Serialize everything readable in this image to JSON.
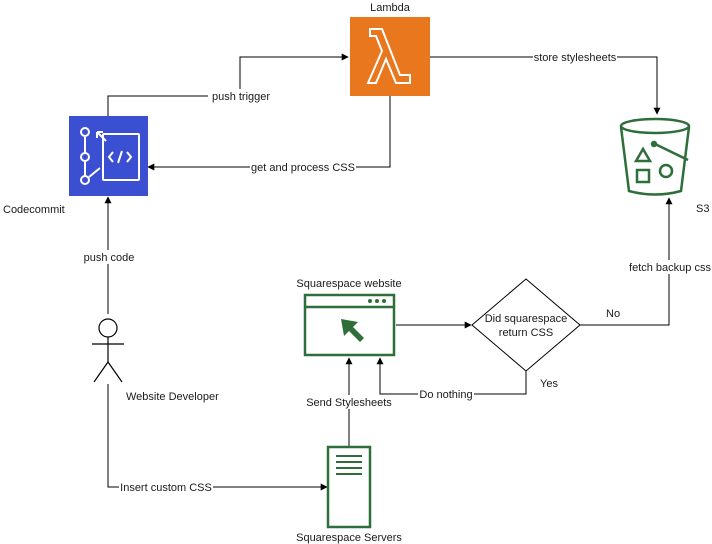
{
  "nodes": {
    "lambda": {
      "label": "Lambda",
      "color": "#e8771e",
      "icon": "lambda-icon"
    },
    "codecommit": {
      "label": "Codecommit",
      "color": "#3b4fd3",
      "icon": "codecommit-icon"
    },
    "s3": {
      "label": "S3",
      "color": "#2d6e3a",
      "icon": "s3-bucket-icon"
    },
    "developer": {
      "label": "Website Developer",
      "icon": "actor-icon"
    },
    "website": {
      "label": "Squarespace website",
      "color": "#2d6e3a",
      "icon": "browser-window-icon"
    },
    "servers": {
      "label": "Squarespace Servers",
      "color": "#2d6e3a",
      "icon": "server-icon"
    },
    "decision": {
      "label_line1": "Did squarespace",
      "label_line2": "return CSS"
    }
  },
  "edges": {
    "push_trigger": "push trigger",
    "store_stylesheets": "store stylesheets",
    "get_process_css": "get and process CSS",
    "push_code": "push code",
    "insert_custom_css": "Insert custom CSS",
    "send_stylesheets": "Send Stylesheets",
    "do_nothing": "Do nothing",
    "fetch_backup_css": "fetch backup css",
    "no": "No",
    "yes": "Yes"
  }
}
